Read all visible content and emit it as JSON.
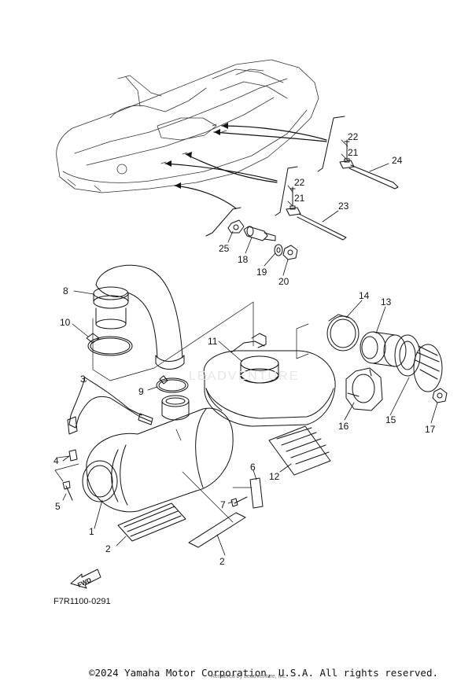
{
  "diagram": {
    "part_code": "F7R1100-0291",
    "copyright": "©2024 Yamaha Motor Corporation, U.S.A. All rights reserved.",
    "rendered_by": "Rendered by LeadVenture, Inc.",
    "watermark": "LEADVENTURE",
    "fwd_label": "FWD",
    "callouts": [
      "1",
      "2",
      "2",
      "3",
      "4",
      "5",
      "6",
      "7",
      "8",
      "9",
      "10",
      "11",
      "12",
      "13",
      "14",
      "15",
      "16",
      "17",
      "18",
      "19",
      "20",
      "21",
      "21",
      "22",
      "22",
      "23",
      "24",
      "25"
    ]
  }
}
